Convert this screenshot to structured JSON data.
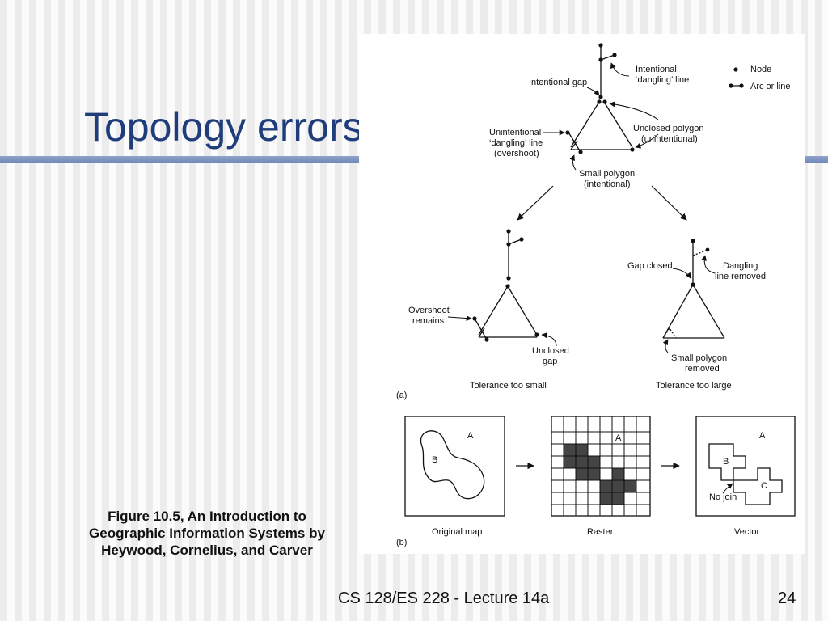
{
  "slide": {
    "title": "Topology errors",
    "caption": "Figure 10.5, An Introduction to\nGeographic Information Systems by\nHeywood, Cornelius, and Carver",
    "footer": "CS 128/ES 228 - Lecture 14a",
    "page_number": "24"
  },
  "figure": {
    "legend": {
      "node": "Node",
      "arc": "Arc or line"
    },
    "top": {
      "intentional_gap": "Intentional gap",
      "intentional_dangling_1": "Intentional",
      "intentional_dangling_2": "‘dangling’ line",
      "unintentional_1": "Unintentional",
      "unintentional_2": "‘dangling’ line",
      "unintentional_3": "(overshoot)",
      "unclosed_1": "Unclosed polygon",
      "unclosed_2": "(unintentional)",
      "small_1": "Small polygon",
      "small_2": "(intentional)"
    },
    "left": {
      "overshoot_1": "Overshoot",
      "overshoot_2": "remains",
      "unclosed_1": "Unclosed",
      "unclosed_2": "gap",
      "caption": "Tolerance too small"
    },
    "right": {
      "gap_closed": "Gap closed",
      "dangling_1": "Dangling",
      "dangling_2": "line removed",
      "small_1": "Small polygon",
      "small_2": "removed",
      "caption": "Tolerance too large"
    },
    "part_a": "(a)",
    "part_b": "(b)",
    "bottom": {
      "original_map": "Original map",
      "raster": "Raster",
      "vector": "Vector",
      "label_a": "A",
      "label_b": "B",
      "label_c": "C",
      "no_join": "No join"
    }
  }
}
